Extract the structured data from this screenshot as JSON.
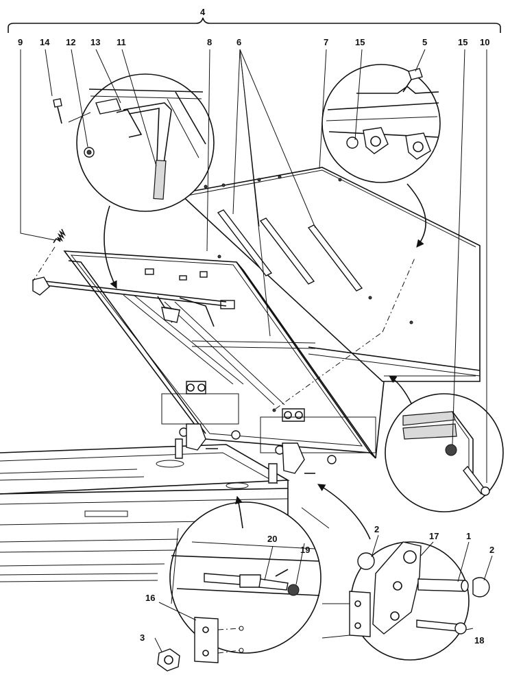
{
  "callouts": {
    "c1": "1",
    "c2a": "2",
    "c2b": "2",
    "c3": "3",
    "c4": "4",
    "c5": "5",
    "c6": "6",
    "c7": "7",
    "c8": "8",
    "c9": "9",
    "c10": "10",
    "c11": "11",
    "c12": "12",
    "c13": "13",
    "c14": "14",
    "c15a": "15",
    "c15b": "15",
    "c16": "16",
    "c17": "17",
    "c18": "18",
    "c19": "19",
    "c20": "20"
  }
}
